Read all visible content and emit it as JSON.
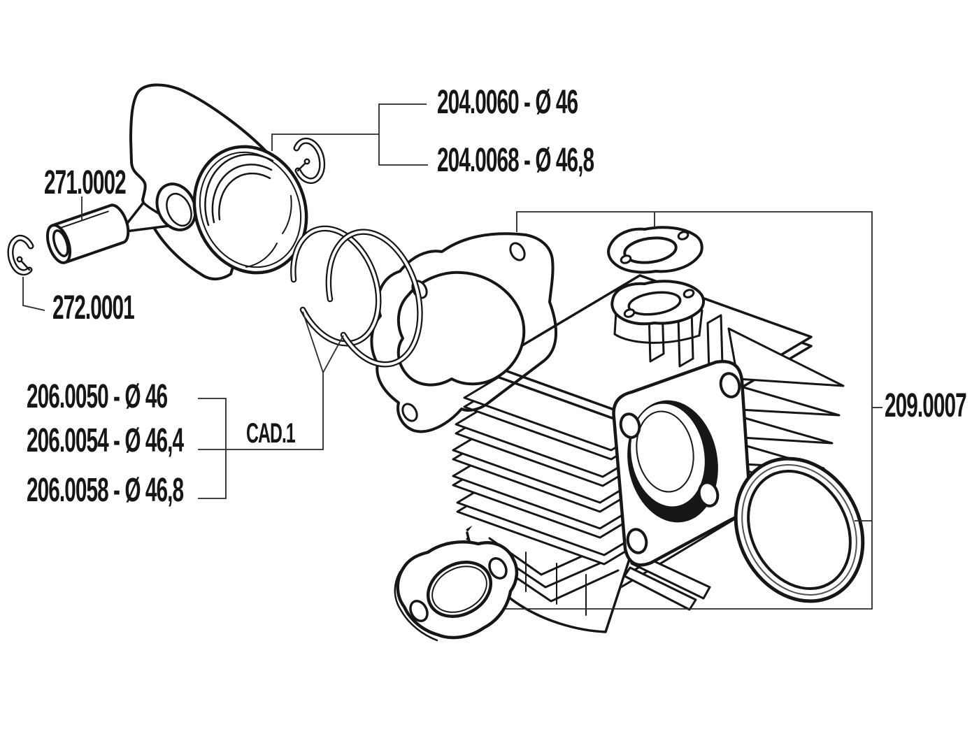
{
  "colors": {
    "ink": "#161616",
    "background": "#ffffff",
    "stipple_dot": "#3f3f3f"
  },
  "callouts": {
    "piston_d46": "204.0060 - Ø 46",
    "piston_d468": "204.0068 - Ø 46,8",
    "gudgeon_pin": "271.0002",
    "pin_clip": "272.0001",
    "rings_d46": "206.0050 - Ø 46",
    "rings_d464": "206.0054 - Ø 46,4",
    "rings_d468": "206.0058 - Ø 46,8",
    "rings_note": "CAD.1",
    "gasket_set": "209.0007"
  }
}
